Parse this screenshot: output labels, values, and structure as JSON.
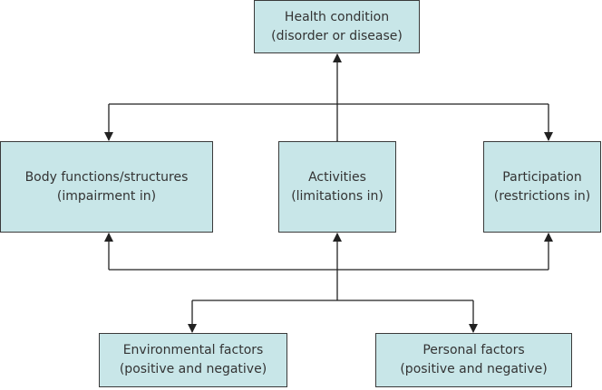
{
  "colors": {
    "box_fill": "#c8e6e8",
    "box_border": "#3a3a3a",
    "line": "#222222",
    "text": "#333333"
  },
  "nodes": {
    "health_condition": {
      "line1": "Health condition",
      "line2": "(disorder or disease)"
    },
    "body_functions": {
      "line1": "Body functions/structures",
      "line2": "(impairment in)"
    },
    "activities": {
      "line1": "Activities",
      "line2": "(limitations in)"
    },
    "participation": {
      "line1": "Participation",
      "line2": "(restrictions in)"
    },
    "environmental_factors": {
      "line1": "Environmental factors",
      "line2": "(positive and negative)"
    },
    "personal_factors": {
      "line1": "Personal factors",
      "line2": "(positive and negative)"
    }
  }
}
